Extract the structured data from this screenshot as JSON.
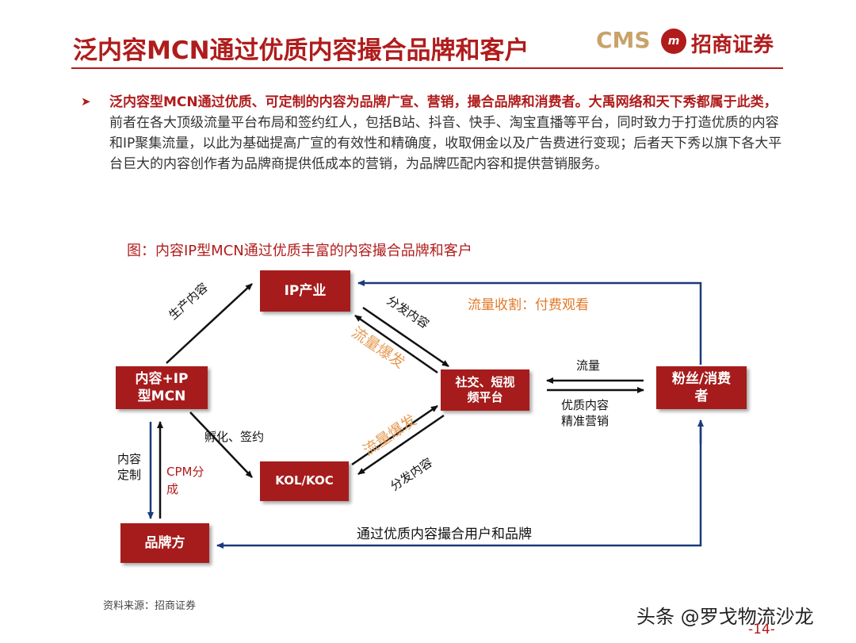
{
  "header": {
    "title": "泛内容MCN通过优质内容撮合品牌和客户",
    "logo_cms": "CMS",
    "logo_name": "招商证券",
    "accent_color": "#b01c1c"
  },
  "bullet": {
    "highlight": "泛内容型MCN通过优质、可定制的内容为品牌广宣、营销，撮合品牌和消费者。大禹网络和天下秀都属于此类，",
    "body": "前者在各大顶级流量平台布局和签约红人，包括B站、抖音、快手、淘宝直播等平台，同时致力于打造优质的内容和IP聚集流量，以此为基础提高广宣的有效性和精确度，收取佣金以及广告费进行变现；后者天下秀以旗下各大平台巨大的内容创作者为品牌商提供低成本的营销，为品牌匹配内容和提供营销服务。"
  },
  "figure": {
    "title": "图：内容IP型MCN通过优质丰富的内容撮合品牌和客户",
    "nodes": {
      "ip": "IP产业",
      "mcn_line1": "内容+IP",
      "mcn_line2": "型MCN",
      "social_line1": "社交、短视",
      "social_line2": "频平台",
      "fans_line1": "粉丝/消费",
      "fans_line2": "者",
      "kol": "KOL/KOC",
      "brand": "品牌方"
    },
    "edges": {
      "produce": "生产内容",
      "distribute_top": "分发内容",
      "burst_top": "流量爆发",
      "monetize": "流量收割：付费观看",
      "traffic": "流量",
      "quality_line1": "优质内容",
      "quality_line2": "精准营销",
      "incubate": "孵化、签约",
      "burst_bottom": "流量爆发",
      "distribute_bottom": "分发内容",
      "custom_line1": "内容",
      "custom_line2": "定制",
      "cpm_line1": "CPM分",
      "cpm_line2": "成",
      "match": "通过优质内容撮合用户和品牌"
    }
  },
  "footer": {
    "source": "资料来源：招商证券",
    "watermark": "头条 @罗戈物流沙龙",
    "page": "-14-"
  }
}
